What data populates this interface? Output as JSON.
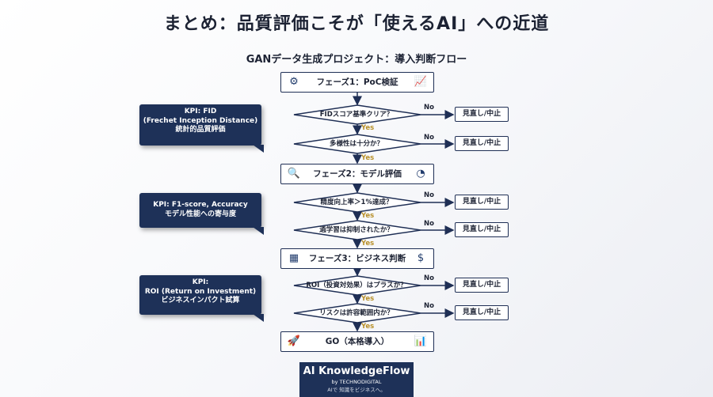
{
  "title": "まとめ：品質評価こそが「使えるAI」への近道",
  "subtitle": "GANデータ生成プロジェクト：導入判断フロー",
  "phases": [
    {
      "label": "フェーズ1：PoC検証",
      "icon_left": "gears-icon",
      "icon_right": "chart-up-icon"
    },
    {
      "label": "フェーズ2：モデル評価",
      "icon_left": "magnifier-icon",
      "icon_right": "pie-chart-icon"
    },
    {
      "label": "フェーズ3：ビジネス判断",
      "icon_left": "calculator-icon",
      "icon_right": "money-bag-icon"
    },
    {
      "label": "GO（本格導入）",
      "icon_left": "rocket-icon",
      "icon_right": "growth-chart-icon"
    }
  ],
  "decisions": [
    "FIDスコア基準クリア？",
    "多様性は十分か？",
    "精度向上率＞1%達成？",
    "過学習は抑制されたか？",
    "ROI（投資対効果）はプラスか？",
    "リスクは許容範囲内か？"
  ],
  "no_label": "No",
  "yes_label": "Yes",
  "stop_label": "見直し/中止",
  "kpis": [
    {
      "line1": "KPI: FID",
      "line2": "(Frechet Inception Distance)",
      "line3": "統計的品質評価"
    },
    {
      "line1": "KPI: F1-score, Accuracy",
      "line2": "モデル性能への寄与度",
      "line3": ""
    },
    {
      "line1": "KPI:",
      "line2": "ROI (Return on Investment)",
      "line3": "ビジネスインパクト試算"
    }
  ],
  "logo": {
    "name": "AI KnowledgeFlow",
    "by": "by TECHNODIGITAL",
    "tagline": "AIで 知識をビジネスへ。"
  },
  "colors": {
    "navy": "#1e3158",
    "border": "#1f2f55",
    "yes": "#b8902a"
  }
}
